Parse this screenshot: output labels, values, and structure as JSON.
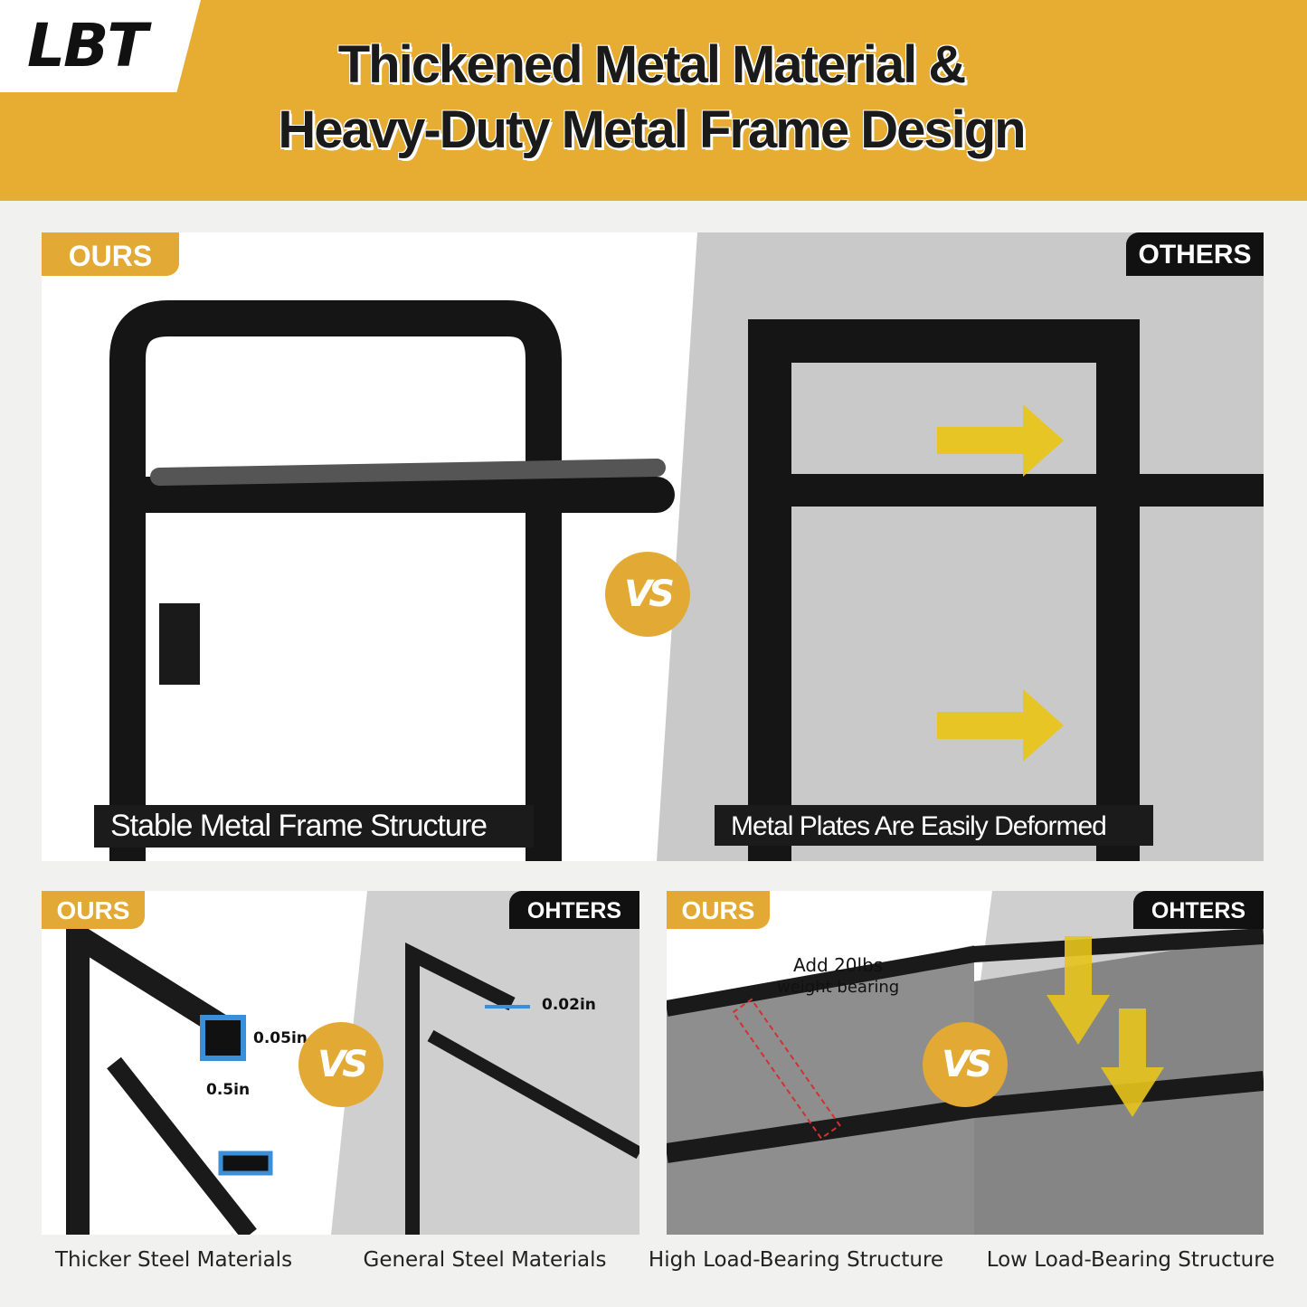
{
  "brand": {
    "logo": "LBT"
  },
  "header": {
    "title_line1": "Thickened Metal Material &",
    "title_line2": "Heavy-Duty Metal Frame Design"
  },
  "top": {
    "ours_badge": "OURS",
    "others_badge": "OTHERS",
    "vs": "VS",
    "ours_caption": "Stable Metal Frame Structure",
    "others_caption": "Metal Plates Are Easily Deformed"
  },
  "bottom_left": {
    "ours_badge": "OURS",
    "others_badge": "OHTERS",
    "vs": "VS",
    "thickness_ours": "0.05in",
    "width_ours": "0.5in",
    "thickness_others": "0.02in",
    "ours_caption": "Thicker Steel Materials",
    "others_caption": "General Steel Materials"
  },
  "bottom_right": {
    "ours_badge": "OURS",
    "others_badge": "OHTERS",
    "vs": "VS",
    "annotation_line1": "Add 20lbs",
    "annotation_line2": "weight bearing",
    "ours_caption": "High Load-Bearing Structure",
    "others_caption": "Low Load-Bearing Structure"
  },
  "colors": {
    "accent": "#e3a935",
    "dark": "#111111",
    "arrow": "#e8c51c",
    "highlight": "#3a8fd8"
  }
}
